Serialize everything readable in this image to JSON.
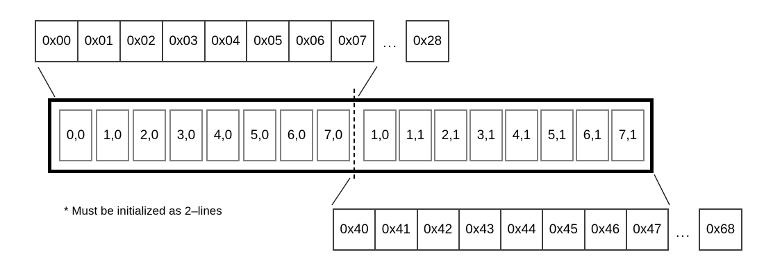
{
  "top_row": {
    "cells": [
      "0x00",
      "0x01",
      "0x02",
      "0x03",
      "0x04",
      "0x05",
      "0x06",
      "0x07"
    ],
    "ellipsis": "...",
    "extra_cell": "0x28"
  },
  "main_box": {
    "left_cells": [
      "0,0",
      "1,0",
      "2,0",
      "3,0",
      "4,0",
      "5,0",
      "6,0",
      "7,0"
    ],
    "right_cells": [
      "1,0",
      "1,1",
      "2,1",
      "3,1",
      "4,1",
      "5,1",
      "6,1",
      "7,1"
    ]
  },
  "bottom_row": {
    "cells": [
      "0x40",
      "0x41",
      "0x42",
      "0x43",
      "0x44",
      "0x45",
      "0x46",
      "0x47"
    ],
    "ellipsis": "...",
    "extra_cell": "0x68"
  },
  "footnote": "* Must be initialized as 2–lines",
  "colors": {
    "background": "#ffffff",
    "text": "#000000",
    "strip_border": "#3d3d3d",
    "inner_cell_border": "#808080",
    "box_border": "#000000"
  }
}
